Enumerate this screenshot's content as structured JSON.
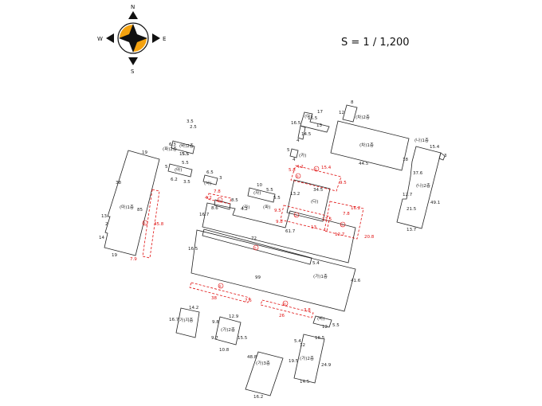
{
  "scale": "S = 1 / 1,200",
  "compass": {
    "n": "N",
    "s": "S",
    "e": "E",
    "w": "W",
    "accent": "#f4a20f"
  },
  "labels": {
    "bda1": "(마)1층",
    "bda2": "(바)2층",
    "bsa": "(사)",
    "bja": "(자)",
    "bra": "(라)",
    "bda": "(다)",
    "bga2": "(가)1층",
    "bcha2": "(차)2층",
    "bcha1": "(차)1층",
    "bna1": "(나)1층",
    "bna2": "(나)2층",
    "bah": "(아)",
    "bka": "(카)",
    "bpa": "(파)",
    "bba": "(바)",
    "bgaji": "(가)지층",
    "bga2f": "(가)2층",
    "bga3": "(가)3층",
    "bga2s": "(가)2층",
    "bma": "(마)",
    "bpmall": "(파)2층"
  },
  "dims": {
    "d19a": "19",
    "d38": "38",
    "d13": "13",
    "d2": "2",
    "d14": "14",
    "d19b": "19",
    "d85": "85",
    "d6_3": "6.3",
    "d5_5a": "5.5",
    "d5": "5",
    "d3_5": "3.5",
    "d5_5b": "5.5",
    "d2_5": "2.5",
    "d3_5b": "3.5",
    "d6_2": "6.2",
    "d6_5": "6.5",
    "d3": "3",
    "d15_5a": "15.5",
    "d8_6": "8.6",
    "d8_5": "8.5",
    "d16_7": "16.7",
    "d4_2": "4.2",
    "d10": "10",
    "d5_5c": "5.5",
    "d5_5d": "5.5",
    "d61_7": "61.7",
    "d72": "72",
    "d16_5": "16.5",
    "d5_4": "5.4",
    "d99": "99",
    "d41_6": "41.6",
    "d17": "17",
    "d13b": "13",
    "d16_5b": "16.5",
    "d14_5": "14.5",
    "d4": "4",
    "d5b": "5",
    "d4b": "4",
    "d8": "8",
    "d12": "12",
    "d44_5": "44.5",
    "d18": "18",
    "d15_4": "15.4",
    "d3b": "3",
    "d37_6": "37.6",
    "d12_7": "12.7",
    "d21_5": "21.5",
    "d49_1": "49.1",
    "d13_7": "13.7",
    "d13_2": "13.2",
    "d34_5": "34.5",
    "d14_2": "14.2",
    "d16_7b": "16.7",
    "d9_8": "9.8",
    "d12_9": "12.9",
    "d9_7": "9.7",
    "d15_5b": "15.5",
    "d10_8": "10.8",
    "d48_8": "48.8",
    "d16_2": "16.2",
    "d5_4b": "5.4",
    "d12b": "12",
    "d16_5c": "16.5",
    "d19_5": "19.5",
    "d24_9": "24.9",
    "d14_5b": "14.5",
    "d12c": "12",
    "d5_5e": "5.5",
    "d16_5d": "16.5"
  },
  "red": {
    "r45_8": "45.8",
    "r7_9": "7.9",
    "r7_8": "7.8",
    "r4_2": "4.2",
    "r9_5a": "9.5",
    "r4_2b": "4.2",
    "r5_8": "5.8",
    "r15_4": "15.4",
    "r9_5b": "9.5",
    "r9_8": "9.8",
    "r13": "13",
    "r12_5": "12.5",
    "r7_8b": "7.8",
    "r12_7": "12.7",
    "r16_2": "16.2",
    "r20_8": "20.8",
    "r38": "38",
    "r7_6": "7.6",
    "r26": "26",
    "r3_8": "3.8",
    "c_a": "아",
    "c_sa": "사",
    "c_ja": "자",
    "c_ma": "마",
    "c_na": "나",
    "c_da": "다",
    "c_ga": "가",
    "c_ha": "하",
    "c_ta": "타"
  }
}
